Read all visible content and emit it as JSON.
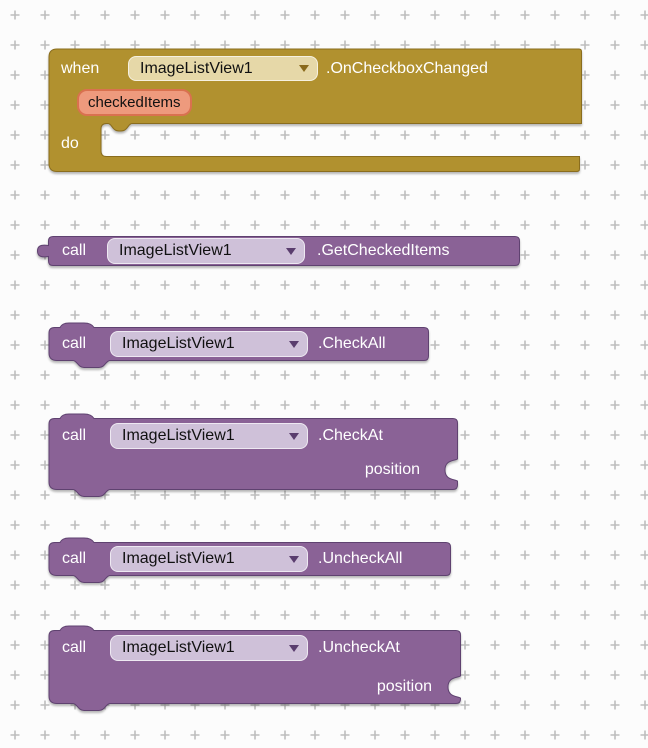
{
  "workspace": {
    "background_color": "#fcfcfc",
    "grid_cross_color": "#bdbdbd"
  },
  "colors": {
    "event_block": "#b1912f",
    "event_border": "#8a6d1e",
    "event_dd": "#e6d8a8",
    "event_caret": "#8a6a1c",
    "method_block": "#8a6296",
    "method_border": "#5f4270",
    "method_dd": "#cfc1d9",
    "method_caret": "#5a3d6e",
    "chip": "#ee9a7d",
    "chip_border": "#d9714f"
  },
  "blocks": {
    "event": {
      "keyword": "when",
      "component": "ImageListView1",
      "name": ".OnCheckboxChanged",
      "param": "checkedItems",
      "do_label": "do"
    },
    "get_checked_items": {
      "keyword": "call",
      "component": "ImageListView1",
      "name": ".GetCheckedItems"
    },
    "check_all": {
      "keyword": "call",
      "component": "ImageListView1",
      "name": ".CheckAll"
    },
    "check_at": {
      "keyword": "call",
      "component": "ImageListView1",
      "name": ".CheckAt",
      "arg": "position"
    },
    "uncheck_all": {
      "keyword": "call",
      "component": "ImageListView1",
      "name": ".UncheckAll"
    },
    "uncheck_at": {
      "keyword": "call",
      "component": "ImageListView1",
      "name": ".UncheckAt",
      "arg": "position"
    }
  }
}
